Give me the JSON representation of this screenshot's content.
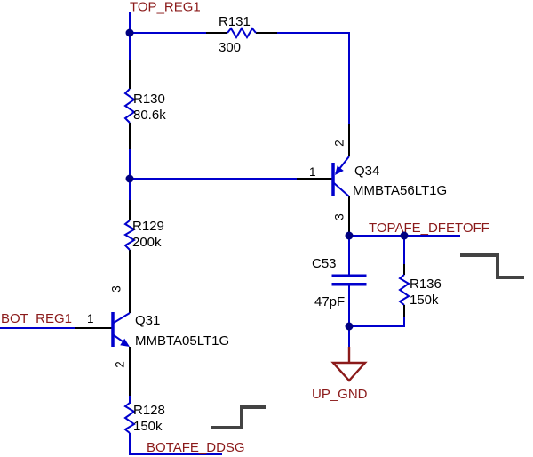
{
  "labels": {
    "top_reg1": "TOP_REG1",
    "topafe_dfetoff": "TOPAFE_DFETOFF",
    "bot_reg1": "BOT_REG1",
    "botafe_ddsg": "BOTAFE_DDSG",
    "up_gnd": "UP_GND"
  },
  "components": {
    "r131": {
      "ref": "R131",
      "value": "300"
    },
    "r130": {
      "ref": "R130",
      "value": "80.6k"
    },
    "r129": {
      "ref": "R129",
      "value": "200k"
    },
    "r128": {
      "ref": "R128",
      "value": "150k"
    },
    "r136": {
      "ref": "R136",
      "value": "150k"
    },
    "c53": {
      "ref": "C53",
      "value": "47pF"
    },
    "q34": {
      "ref": "Q34",
      "part": "MMBTA56LT1G",
      "pin_base": "1",
      "pin_emitter": "2",
      "pin_collector": "3"
    },
    "q31": {
      "ref": "Q31",
      "part": "MMBTA05LT1G",
      "pin_base": "1",
      "pin_collector": "3",
      "pin_emitter": "2"
    }
  },
  "colors": {
    "wire": "#0000CD",
    "junction_dot": "#000080",
    "net_label": "#8B1A1A",
    "ground_symbol": "#8B1A1A",
    "pin_line": "#000000",
    "component_text": "#000000",
    "waveform_glyph": "#434343"
  }
}
